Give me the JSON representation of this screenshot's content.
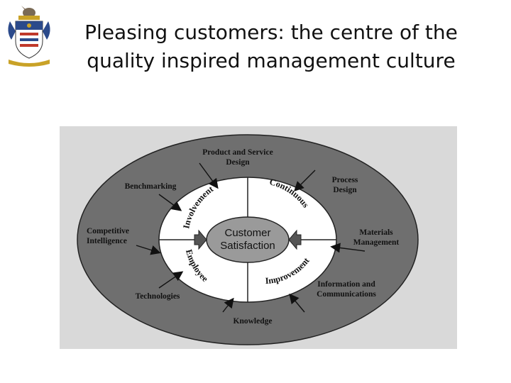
{
  "slide": {
    "title_line1": "Pleasing customers: the centre of the",
    "title_line2": "quality inspired management culture"
  },
  "diagram": {
    "center": [
      "Customer",
      "Satisfaction"
    ],
    "inner_ring": {
      "top_left": "Involvement",
      "top_right": "Continuous",
      "bottom_left": "Employee",
      "bottom_right": "Improvement"
    },
    "outer_labels": {
      "product_service_design": [
        "Product and Service",
        "Design"
      ],
      "process_design": [
        "Process",
        "Design"
      ],
      "benchmarking": [
        "Benchmarking"
      ],
      "materials_management": [
        "Materials",
        "Management"
      ],
      "competitive_intelligence": [
        "Competitive",
        "Intelligence"
      ],
      "information_communications": [
        "Information and",
        "Communications"
      ],
      "technologies": [
        "Technologies"
      ],
      "knowledge": [
        "Knowledge"
      ]
    },
    "colors": {
      "outer_ring": "#6f6f6f",
      "inner_ring": "#ffffff",
      "center": "#9a9a9a",
      "background": "#d9d9d9"
    }
  }
}
